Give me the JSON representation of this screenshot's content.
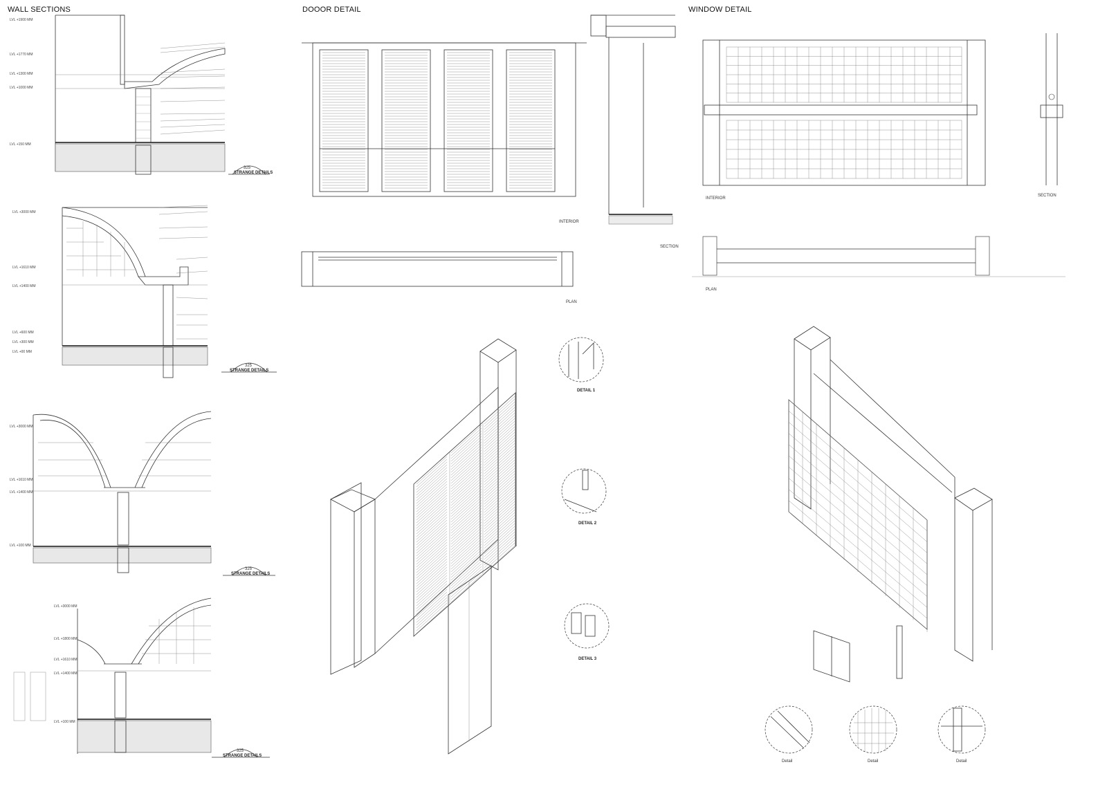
{
  "titles": {
    "wall_sections": "WALL SECTIONS",
    "door_detail": "DOOOR DETAIL",
    "window_detail": "WINDOW DETAIL"
  },
  "door": {
    "interior": "INTERIOR",
    "section": "SECTION",
    "plan": "PLAN",
    "details": [
      "DETAIL 1",
      "DETAIL 2",
      "DETAIL 3"
    ]
  },
  "window": {
    "interior": "INTERIOR",
    "section": "SECTION",
    "plan": "PLAN",
    "details": [
      "Detail",
      "Detail",
      "Detail"
    ]
  },
  "stamps": [
    {
      "code": "325",
      "name": "STRANGE DETAILS"
    },
    {
      "code": "325",
      "name": "STRANGE DETAILS"
    },
    {
      "code": "325",
      "name": "STRANGE DETAILS"
    },
    {
      "code": "325",
      "name": "STRANGE DETAILS"
    }
  ]
}
